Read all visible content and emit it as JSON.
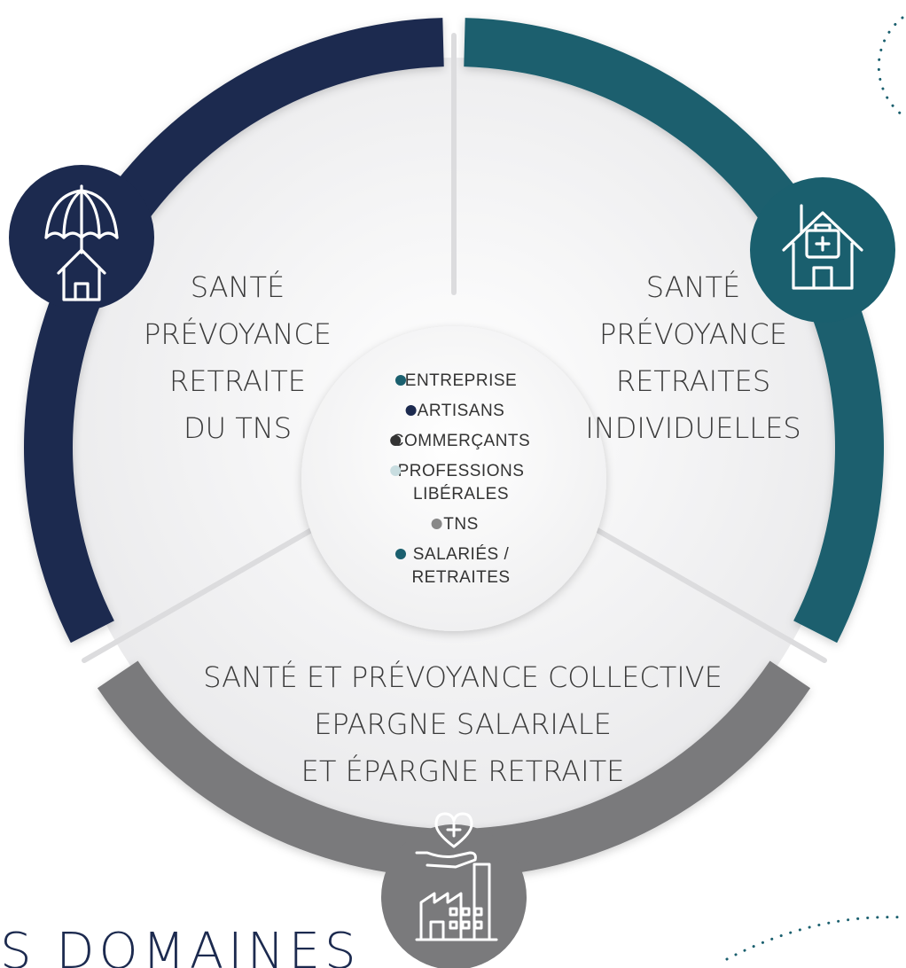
{
  "colors": {
    "navy": "#1c2a4f",
    "teal": "#1a5f6e",
    "gray": "#7a7a7c",
    "dark": "#333333",
    "light_teal": "#c8dde0",
    "mid_gray": "#888888"
  },
  "segments": {
    "left": {
      "icon": "umbrella-house-icon",
      "lines": [
        "SANTÉ",
        "PRÉVOYANCE",
        "RETRAITE",
        "DU TNS"
      ]
    },
    "right": {
      "icon": "medical-house-icon",
      "lines": [
        "SANTÉ",
        "PRÉVOYANCE",
        "RETRAITES",
        "INDIVIDUELLES"
      ]
    },
    "bottom": {
      "icon": "heart-hand-factory-icon",
      "lines": [
        "SANTÉ ET PRÉVOYANCE COLLECTIVE",
        "EPARGNE SALARIALE",
        "ET ÉPARGNE RETRAITE"
      ]
    }
  },
  "legend": [
    {
      "lines": [
        "ENTREPRISE"
      ],
      "color": "#1a5f6e"
    },
    {
      "lines": [
        "ARTISANS"
      ],
      "color": "#1c2a4f"
    },
    {
      "lines": [
        "COMMERÇANTS"
      ],
      "color": "#333333"
    },
    {
      "lines": [
        "PROFESSIONS",
        "LIBÉRALES"
      ],
      "color": "#c8dde0"
    },
    {
      "lines": [
        "TNS"
      ],
      "color": "#888888"
    },
    {
      "lines": [
        "SALARIÉS /",
        "RETRAITES"
      ],
      "color": "#1a5f6e"
    }
  ],
  "footer": {
    "title": "S DOMAINES"
  }
}
